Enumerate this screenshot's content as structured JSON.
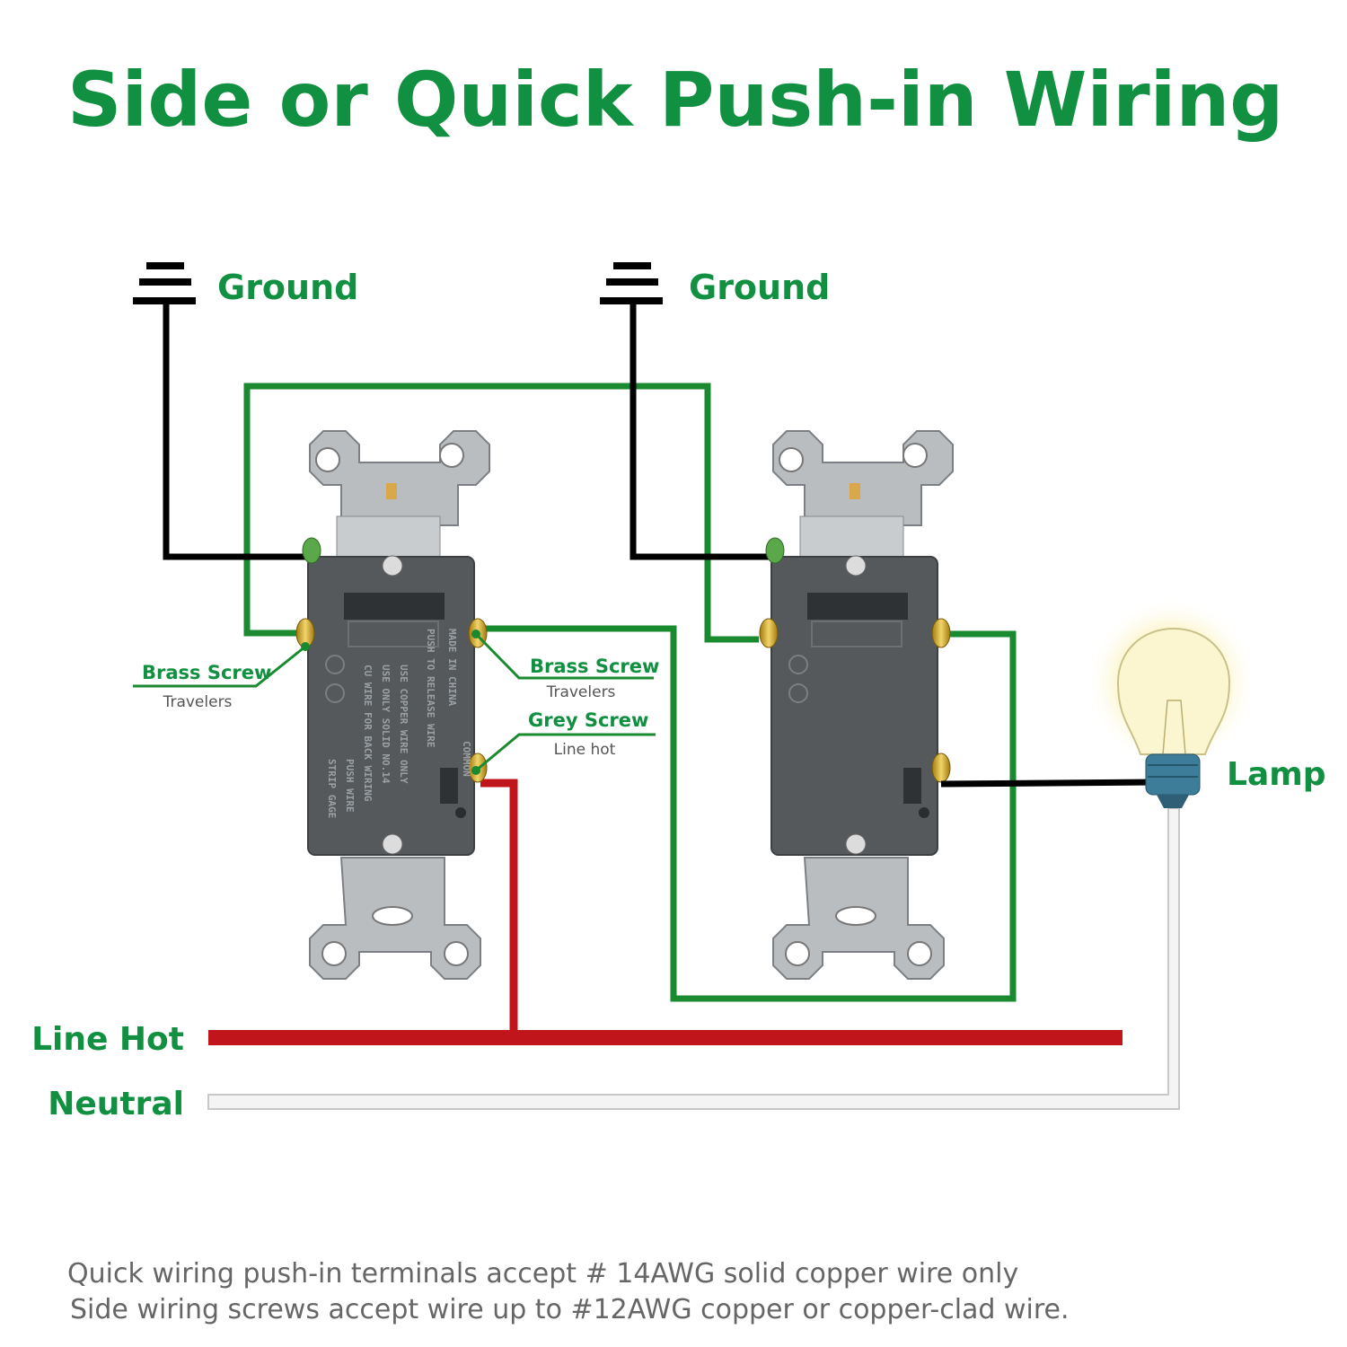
{
  "title": "Side or Quick Push-in Wiring",
  "ground_labels": [
    "Ground",
    "Ground"
  ],
  "left_callout": {
    "title": "Brass Screw",
    "sub": "Travelers"
  },
  "right_callouts": [
    {
      "title": "Brass Screw",
      "sub": "Travelers"
    },
    {
      "title": "Grey Screw",
      "sub": "Line hot"
    }
  ],
  "switch_text": {
    "made": "MADE IN CHINA",
    "release": "PUSH TO RELEASE WIRE",
    "line1": "USE COPPER WIRE ONLY",
    "line2": "USE ONLY SOLID NO.14",
    "line3": "CU WIRE FOR BACK WIRING",
    "common": "COMMON",
    "push": "PUSH WIRE",
    "strip": "STRIP GAGE"
  },
  "lamp_label": "Lamp",
  "line_hot_label": "Line Hot",
  "neutral_label": "Neutral",
  "footer": [
    "Quick wiring push-in terminals accept # 14AWG solid copper wire only",
    "Side wiring screws accept wire up to #12AWG copper or copper-clad wire."
  ],
  "colors": {
    "title": "#109040",
    "traveler_wire": "#1a8a30",
    "hot_wire": "#c0161b",
    "ground_wire": "#000000",
    "neutral_wire": "#f2f2f2",
    "switch_body": "#56595c"
  }
}
